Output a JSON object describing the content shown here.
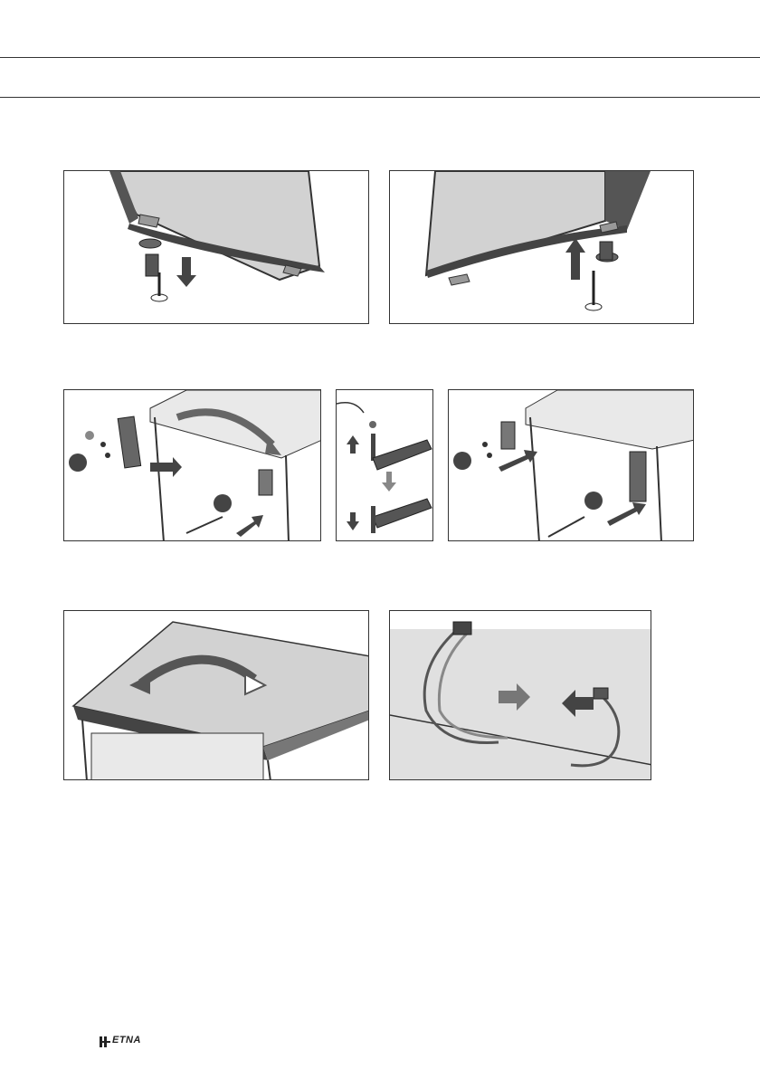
{
  "brand": {
    "logo_text": "ETNA",
    "logo_mark": "etna-logo-mark"
  },
  "figures": [
    {
      "id": "fig-1",
      "subject": "foot-removal"
    },
    {
      "id": "fig-2",
      "subject": "foot-installation"
    },
    {
      "id": "fig-3",
      "subject": "hinge-removal"
    },
    {
      "id": "fig-4",
      "subject": "hinge-pin-swap"
    },
    {
      "id": "fig-5",
      "subject": "hinge-installation"
    },
    {
      "id": "fig-6",
      "subject": "top-cover-rotate"
    },
    {
      "id": "fig-7",
      "subject": "cable-connection"
    }
  ],
  "colors": {
    "line": "#333333",
    "panel_gray": "#cfcfcf",
    "panel_light": "#e3e3e3",
    "arrow": "#444444"
  }
}
